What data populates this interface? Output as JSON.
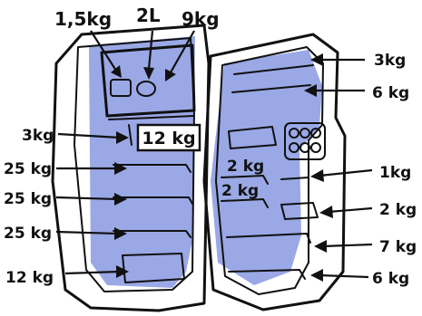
{
  "colors": {
    "shade": "#9aa8e6",
    "ink": "#111111",
    "background": "#ffffff"
  },
  "labels": {
    "top_left_small": "1,5kg",
    "top_center": "2L",
    "top_right_small": "9kg",
    "left_3kg": "3kg",
    "center_box": "12 kg",
    "left_shelf_1": "25 kg",
    "left_shelf_2": "25 kg",
    "left_shelf_3": "25 kg",
    "left_bottom": "12 kg",
    "door_inner_1": "2 kg",
    "door_inner_2": "2 kg",
    "right_top": "3kg",
    "right_second": "6 kg",
    "right_1kg": "1kg",
    "right_2kg": "2 kg",
    "right_7kg": "7 kg",
    "right_6kg_bottom": "6 kg"
  },
  "icons": [
    "fridge-drawing",
    "egg-tray-icon",
    "bottle-icon",
    "arrow-icon"
  ]
}
